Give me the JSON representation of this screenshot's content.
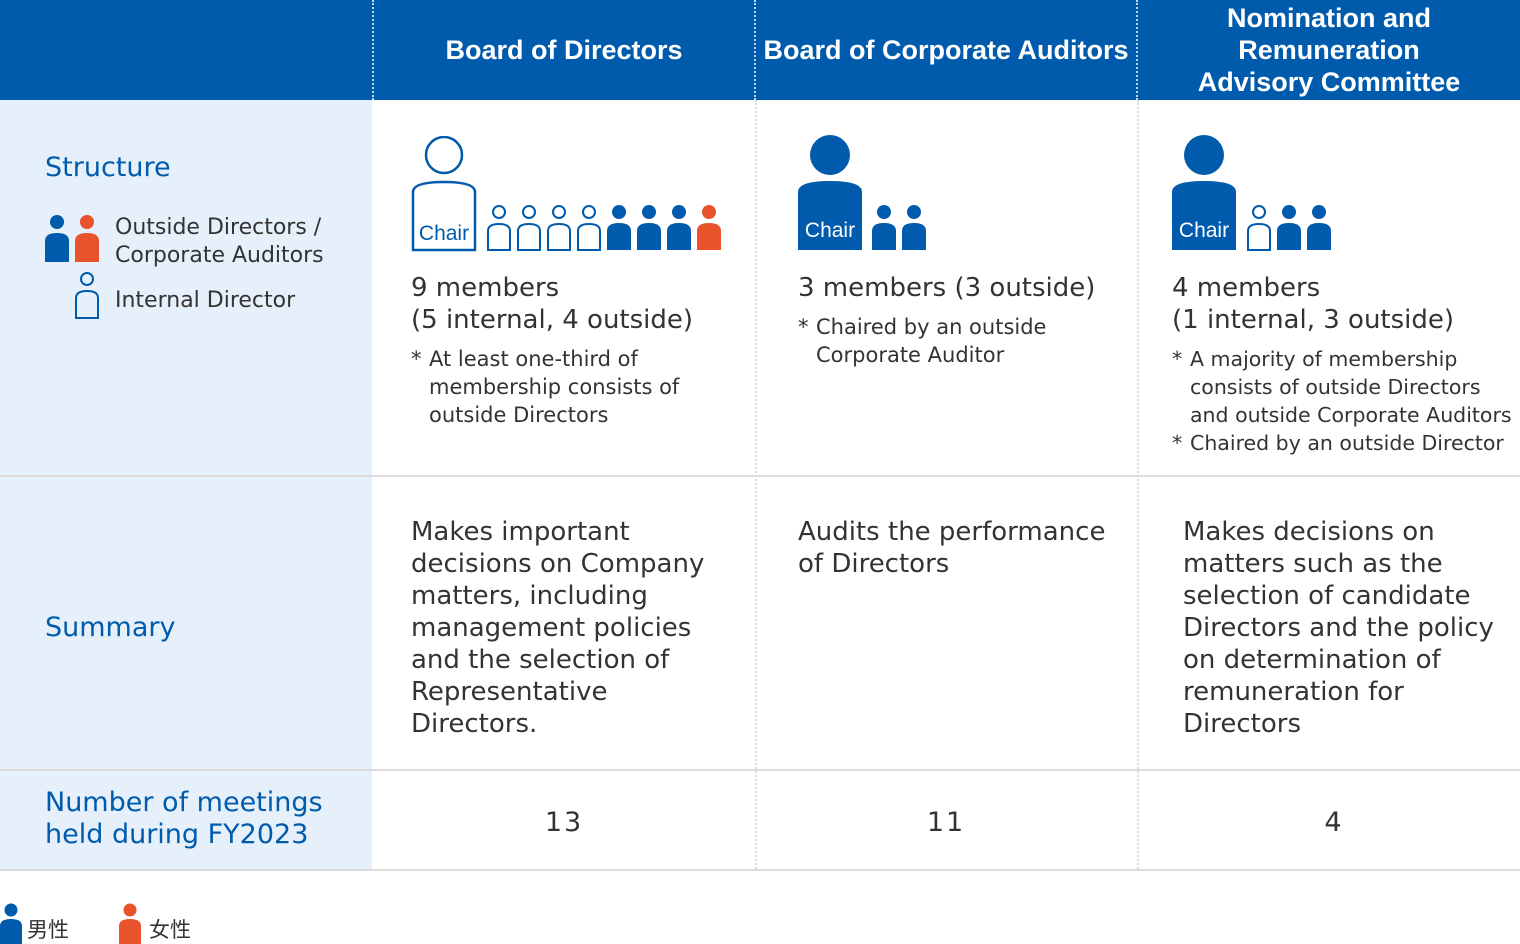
{
  "colors": {
    "header": "#005bac",
    "label": "#005bac",
    "left_col_bg": "#e5f0fa",
    "male": "#005bac",
    "female": "#e8532b"
  },
  "header": {
    "columns": [
      "Board of Directors",
      "Board of Corporate Auditors",
      "Nomination and Remuneration\nAdvisory Committee"
    ]
  },
  "rows": {
    "structure": {
      "label": "Structure",
      "legend": {
        "outside": "Outside Directors /\nCorporate Auditors",
        "internal": "Internal Director"
      }
    },
    "summary": {
      "label": "Summary"
    },
    "meetings": {
      "label": "Number of meetings\nheld during FY2023"
    }
  },
  "boards": [
    {
      "chair_label": "Chair",
      "members": "9 members\n(5 internal, 4 outside)",
      "notes": [
        "At least one-third of\nmembership consists of\noutside Directors"
      ],
      "summary": "Makes important\ndecisions on Company\nmatters, including\nmanagement policies\nand the selection of\nRepresentative\nDirectors.",
      "meetings": "13",
      "chair_type": "internal",
      "member_icons": [
        "internal",
        "internal",
        "internal",
        "internal",
        "outside-male",
        "outside-male",
        "outside-male",
        "outside-female"
      ]
    },
    {
      "chair_label": "Chair",
      "members": "3 members (3 outside)",
      "notes": [
        "Chaired by an outside\nCorporate Auditor"
      ],
      "summary": "Audits the performance\nof Directors",
      "meetings": "11",
      "chair_type": "outside-male",
      "member_icons": [
        "outside-male",
        "outside-male"
      ]
    },
    {
      "chair_label": "Chair",
      "members": "4 members\n(1 internal, 3 outside)",
      "notes": [
        "A majority of membership\nconsists of outside Directors\nand outside Corporate Auditors",
        "Chaired by an outside Director"
      ],
      "summary": "Makes decisions on\nmatters such as the\nselection of candidate\nDirectors and the policy\non determination of\nremuneration for\nDirectors",
      "meetings": "4",
      "chair_type": "outside-male",
      "member_icons": [
        "internal",
        "outside-male",
        "outside-male"
      ]
    }
  ],
  "footer_legend": {
    "male": "男性",
    "female": "女性"
  }
}
